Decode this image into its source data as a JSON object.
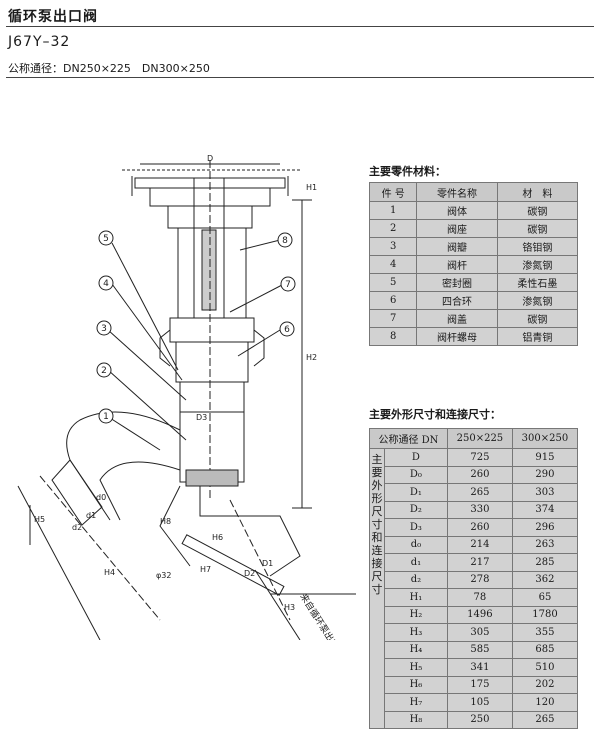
{
  "header": {
    "title": "循环泵出口阀",
    "model": "J67Y–32",
    "spec_label": "公称通径：",
    "spec_values": "DN250×225　DN300×250"
  },
  "drawing": {
    "dim_labels": [
      "D",
      "H1",
      "H2",
      "H3",
      "H4",
      "H5",
      "H6",
      "H7",
      "H8",
      "D1",
      "D2",
      "D3",
      "d1",
      "d2",
      "d0",
      "φ32"
    ],
    "callouts": [
      "1",
      "2",
      "3",
      "4",
      "5",
      "6",
      "7",
      "8"
    ],
    "inlet_label": "来自循环泵出口"
  },
  "materials": {
    "title": "主要零件材料：",
    "headers": [
      "件 号",
      "零件名称",
      "材　料"
    ],
    "rows": [
      [
        "1",
        "阀体",
        "碳钢"
      ],
      [
        "2",
        "阀座",
        "碳钢"
      ],
      [
        "3",
        "阀瓣",
        "铬钼钢"
      ],
      [
        "4",
        "阀杆",
        "渗氮钢"
      ],
      [
        "5",
        "密封圈",
        "柔性石墨"
      ],
      [
        "6",
        "四合环",
        "渗氮钢"
      ],
      [
        "7",
        "阀盖",
        "碳钢"
      ],
      [
        "8",
        "阀杆螺母",
        "铝青铜"
      ]
    ]
  },
  "dimensions": {
    "title": "主要外形尺寸和连接尺寸：",
    "header_label": "公称通径 DN",
    "sizes": [
      "250×225",
      "300×250"
    ],
    "group_label": [
      "主",
      "要",
      "外",
      "形",
      "尺",
      "寸",
      "和",
      "连",
      "接",
      "尺",
      "寸"
    ],
    "rows": [
      [
        "D",
        "725",
        "915"
      ],
      [
        "D₀",
        "260",
        "290"
      ],
      [
        "D₁",
        "265",
        "303"
      ],
      [
        "D₂",
        "330",
        "374"
      ],
      [
        "D₃",
        "260",
        "296"
      ],
      [
        "d₀",
        "214",
        "263"
      ],
      [
        "d₁",
        "217",
        "285"
      ],
      [
        "d₂",
        "278",
        "362"
      ],
      [
        "H₁",
        "78",
        "65"
      ],
      [
        "H₂",
        "1496",
        "1780"
      ],
      [
        "H₃",
        "305",
        "355"
      ],
      [
        "H₄",
        "585",
        "685"
      ],
      [
        "H₅",
        "341",
        "510"
      ],
      [
        "H₆",
        "175",
        "202"
      ],
      [
        "H₇",
        "105",
        "120"
      ],
      [
        "H₈",
        "250",
        "265"
      ]
    ]
  }
}
